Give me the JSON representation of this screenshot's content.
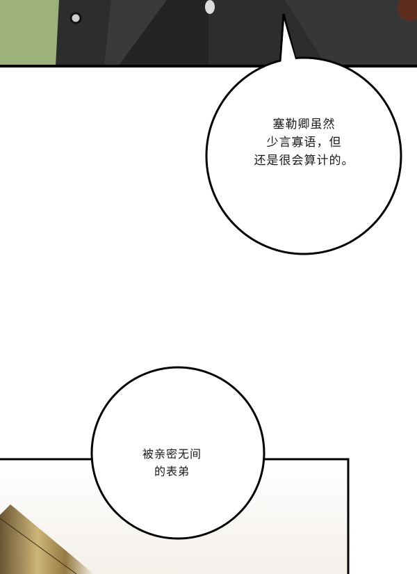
{
  "bubbles": [
    {
      "lines": [
        "塞勒卿虽然",
        "少言寡语，但",
        "还是很会算计的。"
      ]
    },
    {
      "lines": [
        "被亲密无间",
        "的表弟"
      ]
    }
  ],
  "colors": {
    "ink": "#000000",
    "paper": "#ffffff",
    "cloth": "#2e2e2e",
    "foliage": "#8fa56a",
    "gold": "#a88a4a"
  }
}
